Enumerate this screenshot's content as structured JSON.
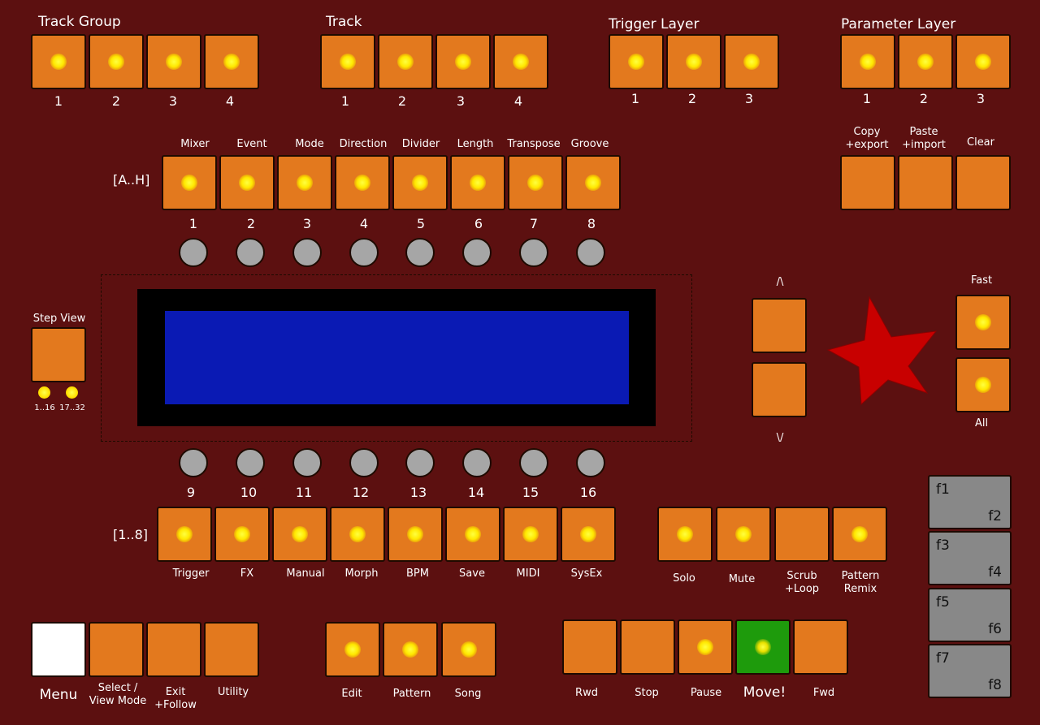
{
  "sections": {
    "track_group": "Track Group",
    "track": "Track",
    "trigger_layer": "Trigger Layer",
    "parameter_layer": "Parameter Layer"
  },
  "track_group_numbers": [
    "1",
    "2",
    "3",
    "4"
  ],
  "track_numbers": [
    "1",
    "2",
    "3",
    "4"
  ],
  "trigger_layer_numbers": [
    "1",
    "2",
    "3"
  ],
  "parameter_layer_numbers": [
    "1",
    "2",
    "3"
  ],
  "gp_top": {
    "prefix": "[A..H]",
    "labels": [
      "Mixer",
      "Event",
      "Mode",
      "Direction",
      "Divider",
      "Length",
      "Transpose",
      "Groove"
    ],
    "numbers": [
      "1",
      "2",
      "3",
      "4",
      "5",
      "6",
      "7",
      "8"
    ]
  },
  "gp_bottom": {
    "prefix": "[1..8]",
    "labels": [
      "Trigger",
      "FX",
      "Manual",
      "Morph",
      "BPM",
      "Save",
      "MIDI",
      "SysEx"
    ],
    "numbers": [
      "9",
      "10",
      "11",
      "12",
      "13",
      "14",
      "15",
      "16"
    ]
  },
  "edit_tools": {
    "copy": [
      "Copy",
      "+export"
    ],
    "paste": [
      "Paste",
      "+import"
    ],
    "clear": "Clear"
  },
  "step_view": {
    "label": "Step View",
    "led_labels": [
      "1..16",
      "17..32"
    ]
  },
  "nav": {
    "up": "/\\",
    "down": "\\/",
    "fast": "Fast",
    "all": "All"
  },
  "track_mode": {
    "solo": "Solo",
    "mute": "Mute",
    "scrub": [
      "Scrub",
      "+Loop"
    ],
    "remix": [
      "Pattern",
      "Remix"
    ]
  },
  "bottom": {
    "menu": "Menu",
    "select": [
      "Select /",
      "View Mode"
    ],
    "exit": [
      "Exit",
      "+Follow"
    ],
    "utility": "Utility",
    "edit": "Edit",
    "pattern": "Pattern",
    "song": "Song",
    "rwd": "Rwd",
    "stop": "Stop",
    "pause": "Pause",
    "move": "Move!",
    "fwd": "Fwd"
  },
  "function_keys": [
    {
      "a": "f1",
      "b": "f2"
    },
    {
      "a": "f3",
      "b": "f4"
    },
    {
      "a": "f5",
      "b": "f6"
    },
    {
      "a": "f7",
      "b": "f8"
    }
  ],
  "colors": {
    "panel": "#5c1010",
    "button": "#e3791e",
    "led": "#ffe800",
    "lcd_frame": "#000000",
    "lcd_screen": "#0a1ab4",
    "star": "#c80000",
    "move_button": "#1e9b0c",
    "function_key": "#888888"
  },
  "icons": {
    "star": "red-star-icon"
  }
}
